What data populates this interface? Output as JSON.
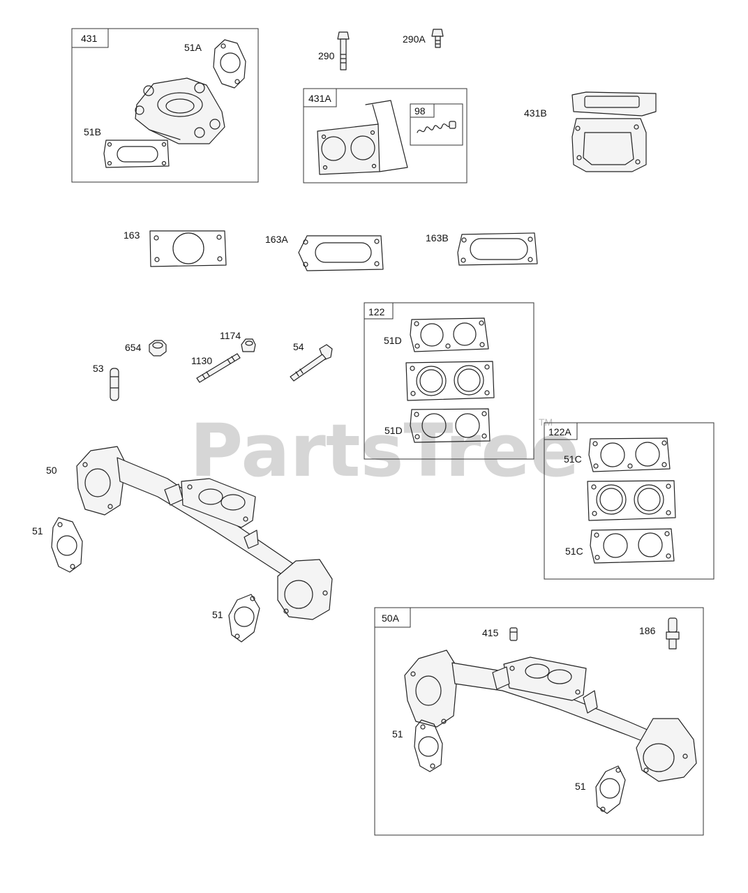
{
  "watermark": {
    "text": "PartsTree",
    "mark": "TM"
  },
  "boxes": {
    "b431": "431",
    "b431a": "431A",
    "b98": "98",
    "b122": "122",
    "b122a": "122A",
    "b50a": "50A"
  },
  "labels": {
    "l51a": "51A",
    "l51b": "51B",
    "l290": "290",
    "l290a": "290A",
    "l431b": "431B",
    "l163": "163",
    "l163a": "163A",
    "l163b": "163B",
    "l654": "654",
    "l1174": "1174",
    "l1130": "1130",
    "l54": "54",
    "l53": "53",
    "l51d_top": "51D",
    "l51d_bottom": "51D",
    "l51c_top": "51C",
    "l51c_bottom": "51C",
    "l50": "50",
    "l51_left": "51",
    "l51_mid": "51",
    "l415": "415",
    "l186": "186",
    "l51_50a_left": "51",
    "l51_50a_right": "51"
  }
}
